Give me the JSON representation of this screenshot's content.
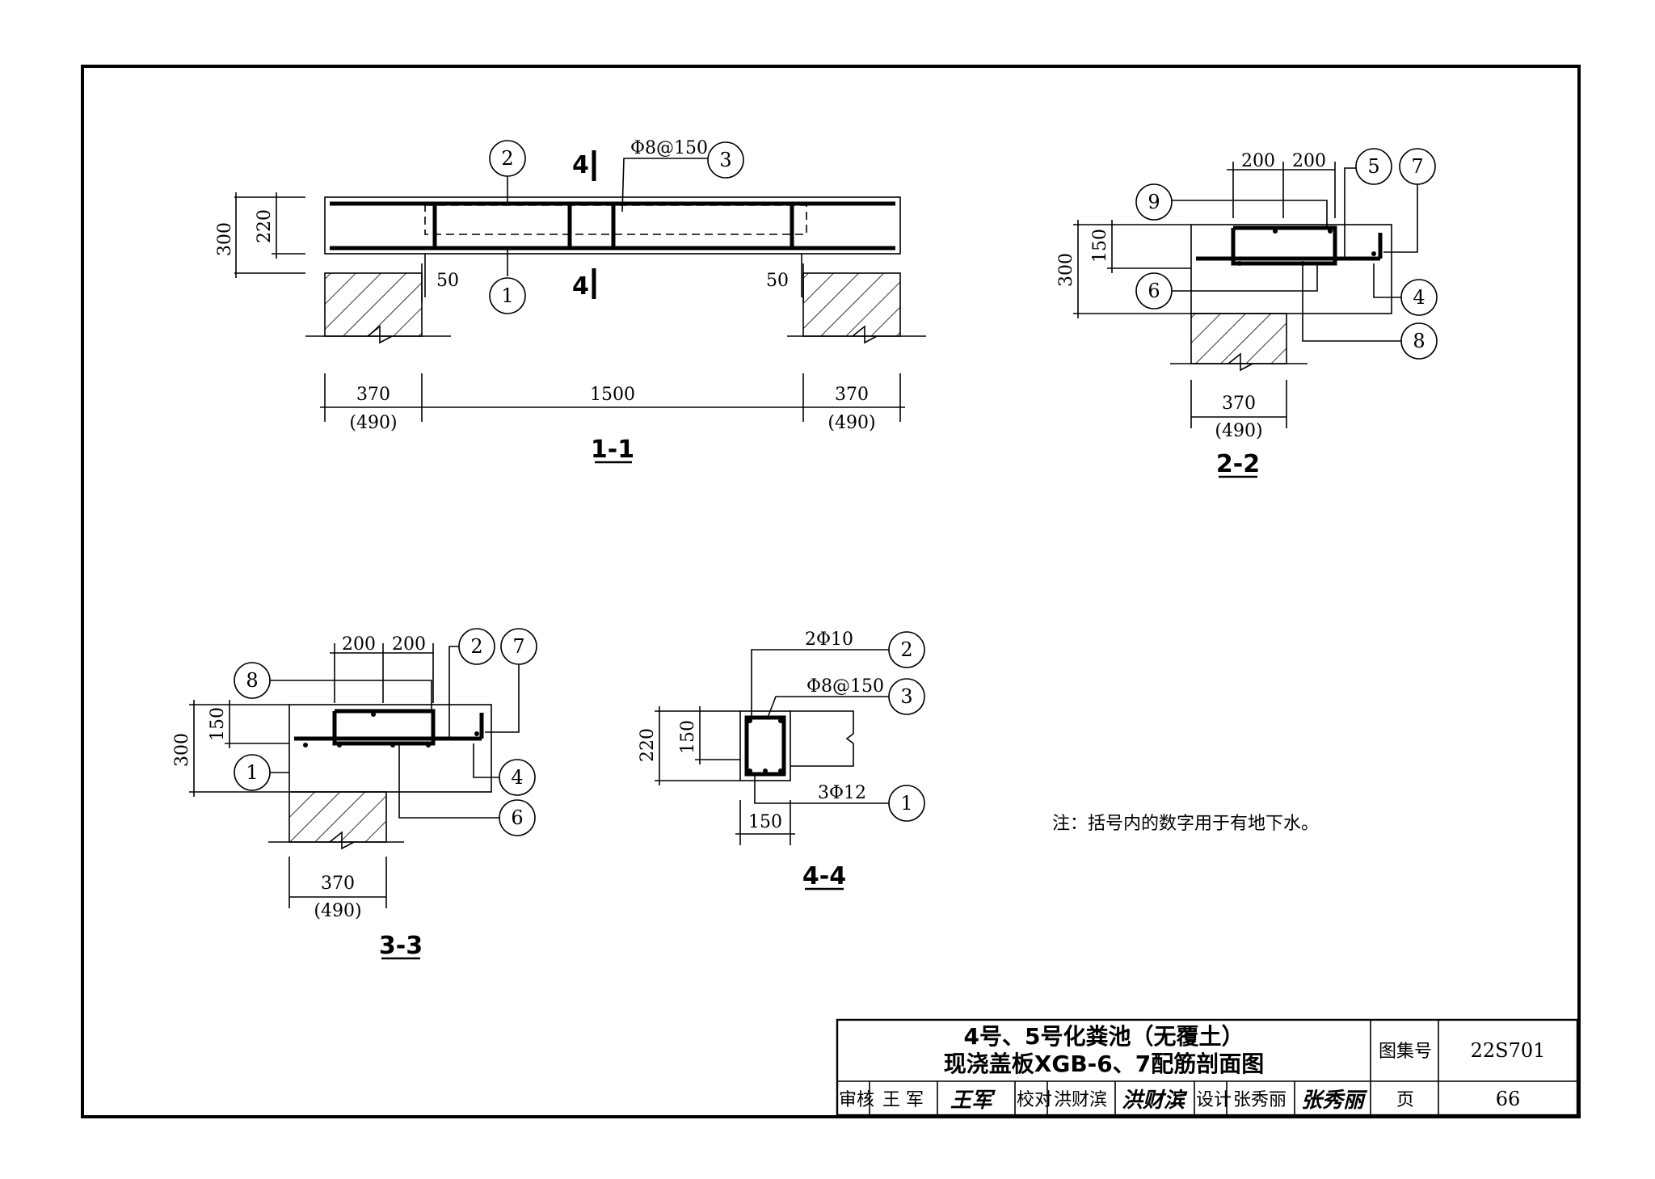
{
  "drawing": {
    "sheet_title_line1": "4号、5号化粪池（无覆土）",
    "sheet_title_line2": "现浇盖板XGB-6、7配筋剖面图",
    "note": "注：括号内的数字用于有地下水。"
  },
  "title_block": {
    "atlas_label": "图集号",
    "atlas_no": "22S701",
    "page_label": "页",
    "page_no": "66",
    "review_label": "审核",
    "review_name": "王 军",
    "review_sig": "王军",
    "check_label": "校对",
    "check_name": "洪财滨",
    "check_sig": "洪财滨",
    "design_label": "设计",
    "design_name": "张秀丽",
    "design_sig": "张秀丽"
  },
  "section_1_1": {
    "label": "1-1",
    "cut_mark": "4",
    "rebar_spec": "Φ8@150",
    "dims": {
      "h_total": "300",
      "h_inner": "220",
      "bearing_left": "50",
      "bearing_right": "50",
      "wall_left": "370",
      "wall_left_alt": "(490)",
      "span": "1500",
      "wall_right": "370",
      "wall_right_alt": "(490)"
    },
    "callouts": [
      "2",
      "3",
      "1"
    ]
  },
  "section_2_2": {
    "label": "2-2",
    "dims": {
      "w1": "200",
      "w2": "200",
      "h_total": "300",
      "h_inner": "150",
      "wall": "370",
      "wall_alt": "(490)"
    },
    "callouts": [
      "9",
      "5",
      "7",
      "6",
      "4",
      "8"
    ]
  },
  "section_3_3": {
    "label": "3-3",
    "dims": {
      "w1": "200",
      "w2": "200",
      "h_total": "300",
      "h_inner": "150",
      "wall": "370",
      "wall_alt": "(490)"
    },
    "callouts": [
      "8",
      "2",
      "7",
      "1",
      "4",
      "6"
    ]
  },
  "section_4_4": {
    "label": "4-4",
    "top_bars": "2Φ10",
    "stirrups": "Φ8@150",
    "bottom_bars": "3Φ12",
    "dims": {
      "h_total": "220",
      "h_inner": "150",
      "width": "150"
    },
    "callouts": [
      "2",
      "3",
      "1"
    ]
  }
}
